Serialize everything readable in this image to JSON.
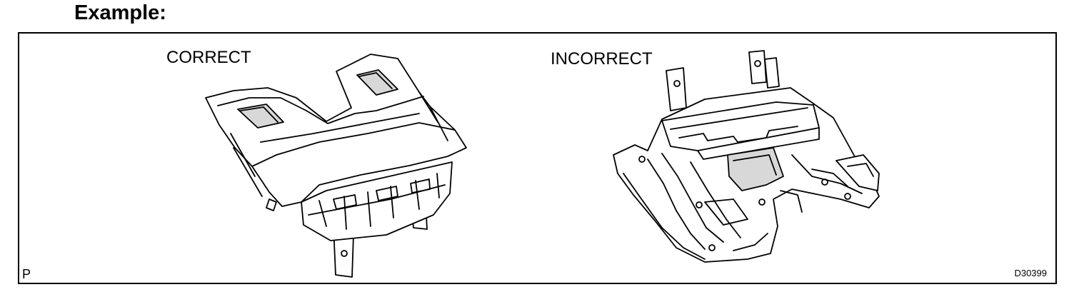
{
  "heading": "Example:",
  "figure": {
    "correct_label": "CORRECT",
    "incorrect_label": "INCORRECT",
    "corner_mark": "P",
    "figure_code": "D30399"
  }
}
